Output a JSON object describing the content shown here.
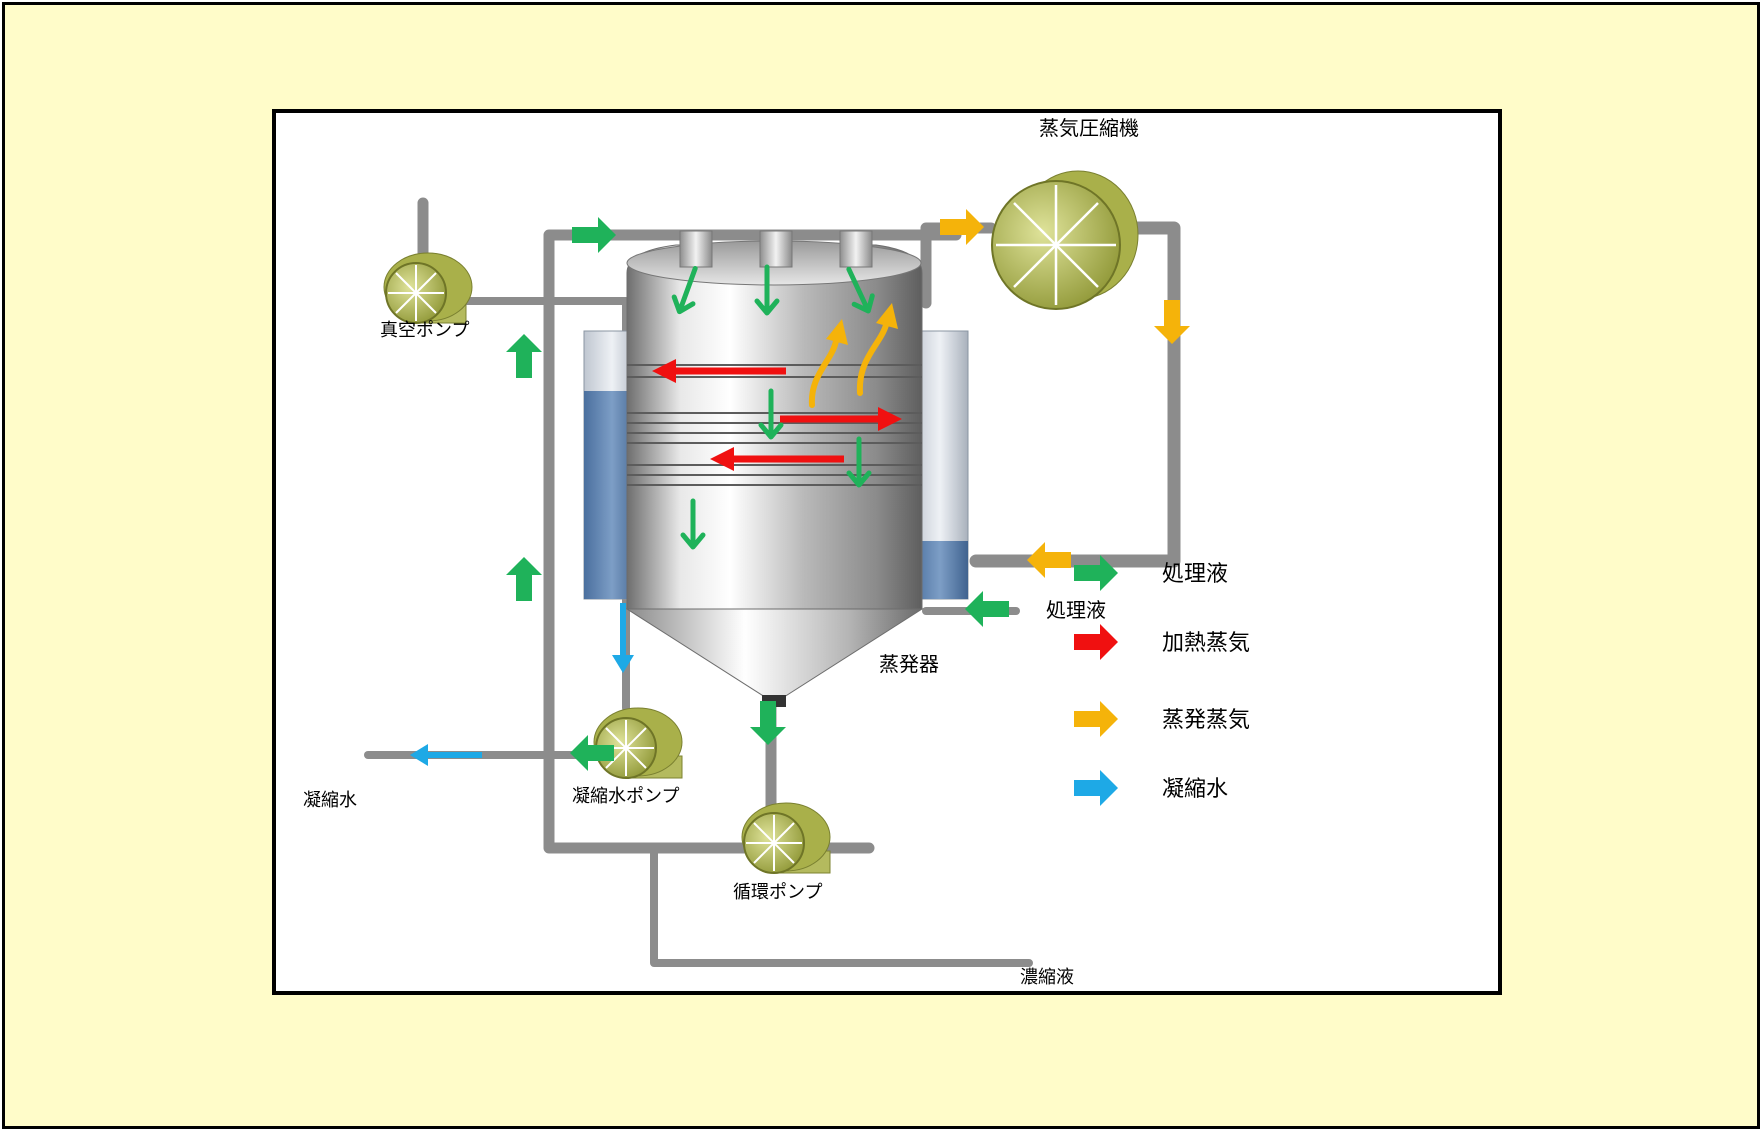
{
  "labels": {
    "vapor_compressor": "蒸気圧縮機",
    "vacuum_pump": "真空ポンプ",
    "evaporator": "蒸発器",
    "feed_liquid": "処理液",
    "condensate": "凝縮水",
    "condensate_pump": "凝縮水ポンプ",
    "circulation_pump": "循環ポンプ",
    "concentrate": "濃縮液"
  },
  "legend": [
    {
      "label": "処理液",
      "color": "#1fb25a"
    },
    {
      "label": "加熱蒸気",
      "color": "#f01010"
    },
    {
      "label": "蒸発蒸気",
      "color": "#f5b30a"
    },
    {
      "label": "凝縮水",
      "color": "#1ea9e6"
    }
  ],
  "colors": {
    "frame_bg": "#fffcc9",
    "pipe": "#8c8c8c",
    "pump": "#a9b04a"
  }
}
